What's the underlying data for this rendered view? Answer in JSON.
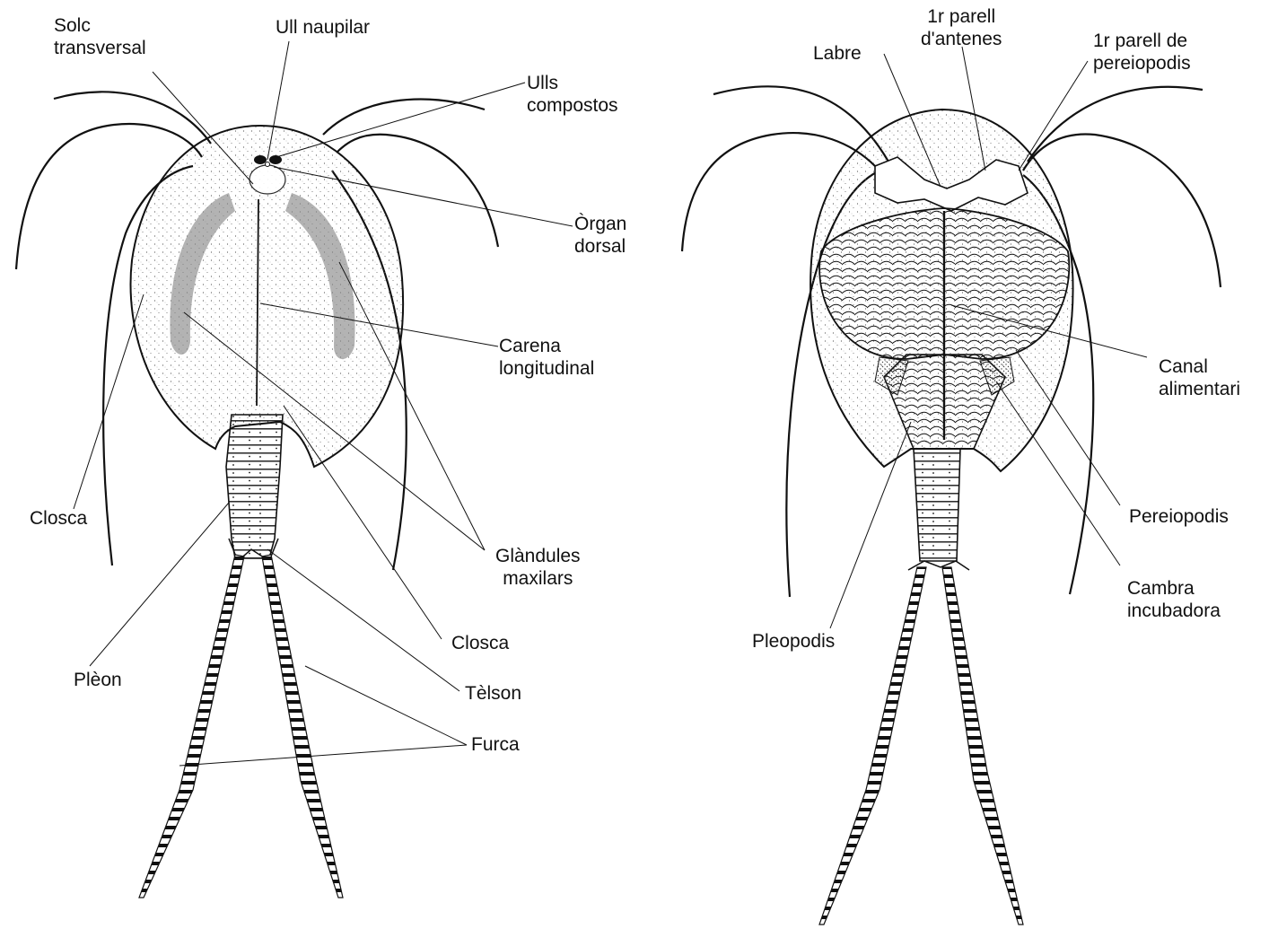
{
  "dorsal_view": {
    "labels": {
      "solc_transversal": [
        "Solc",
        "transversal"
      ],
      "ull_naupilar": [
        "Ull naupilar"
      ],
      "ulls_compostos": [
        "Ulls",
        "compostos"
      ],
      "organ_dorsal": [
        "Òrgan",
        "dorsal"
      ],
      "carena_longitudinal": [
        "Carena",
        "longitudinal"
      ],
      "closca_left": [
        "Closca"
      ],
      "glandules_maxilars": [
        "Glàndules",
        "maxilars"
      ],
      "closca_bottom": [
        "Closca"
      ],
      "pleon": [
        "Plèon"
      ],
      "telson": [
        "Tèlson"
      ],
      "furca": [
        "Furca"
      ]
    }
  },
  "ventral_view": {
    "labels": {
      "labre": [
        "Labre"
      ],
      "primer_parell_antenes": [
        "1r parell",
        "d'antenes"
      ],
      "primer_parell_pereiopodis": [
        "1r parell de",
        "pereiopodis"
      ],
      "canal_alimentari": [
        "Canal",
        "alimentari"
      ],
      "pereiopodis": [
        "Pereiopodis"
      ],
      "cambra_incubadora": [
        "Cambra",
        "incubadora"
      ],
      "pleopodis": [
        "Pleopodis"
      ]
    }
  },
  "colors": {
    "ink": "#111111",
    "stipple": "#555555",
    "gland": "#8a8a8a",
    "background": "#ffffff"
  }
}
